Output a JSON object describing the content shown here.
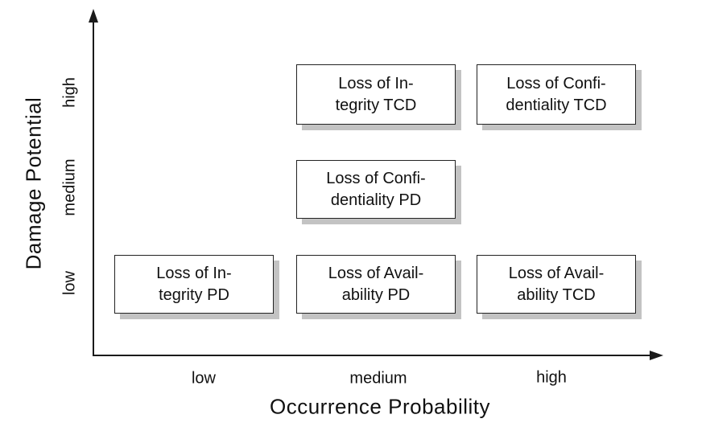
{
  "colors": {
    "background": "#ffffff",
    "axis": "#1a1a1a",
    "text": "#111111",
    "box_border": "#222222",
    "box_shadow": "#c3c3c3"
  },
  "axes": {
    "x": {
      "label": "Occurrence Probability",
      "ticks": [
        "low",
        "medium",
        "high"
      ]
    },
    "y": {
      "label": "Damage Potential",
      "ticks": [
        "low",
        "medium",
        "high"
      ]
    }
  },
  "boxes": [
    {
      "label": "Loss of Integrity TCD",
      "line1": "Loss of In-",
      "line2": "tegrity TCD",
      "x": "medium",
      "y": "high"
    },
    {
      "label": "Loss of Confidentiality TCD",
      "line1": "Loss of Confi-",
      "line2": "dentiality TCD",
      "x": "high",
      "y": "high"
    },
    {
      "label": "Loss of Confidentiality PD",
      "line1": "Loss of Confi-",
      "line2": "dentiality PD",
      "x": "medium",
      "y": "medium"
    },
    {
      "label": "Loss of Integrity PD",
      "line1": "Loss of In-",
      "line2": "tegrity PD",
      "x": "low",
      "y": "low"
    },
    {
      "label": "Loss of Availability PD",
      "line1": "Loss of Avail-",
      "line2": "ability PD",
      "x": "medium",
      "y": "low"
    },
    {
      "label": "Loss of Availability TCD",
      "line1": "Loss of Avail-",
      "line2": "ability TCD",
      "x": "high",
      "y": "low"
    }
  ],
  "chart_data": {
    "type": "scatter",
    "title": "",
    "xlabel": "Occurrence Probability",
    "ylabel": "Damage Potential",
    "x_ticks": [
      "low",
      "medium",
      "high"
    ],
    "y_ticks": [
      "low",
      "medium",
      "high"
    ],
    "grid": false,
    "legend": null,
    "points": [
      {
        "label": "Loss of Integrity TCD",
        "x": "medium",
        "y": "high"
      },
      {
        "label": "Loss of Confidentiality TCD",
        "x": "high",
        "y": "high"
      },
      {
        "label": "Loss of Confidentiality PD",
        "x": "medium",
        "y": "medium"
      },
      {
        "label": "Loss of Integrity PD",
        "x": "low",
        "y": "low"
      },
      {
        "label": "Loss of Availability PD",
        "x": "medium",
        "y": "low"
      },
      {
        "label": "Loss of Availability TCD",
        "x": "high",
        "y": "low"
      }
    ],
    "node_style": "white box, thin black border, gray drop shadow offset down-right"
  }
}
